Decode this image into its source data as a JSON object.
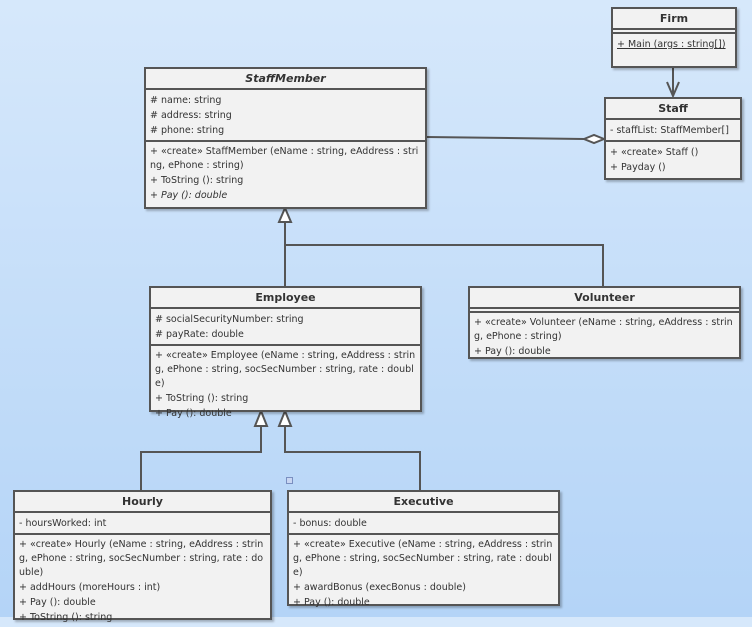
{
  "classes": {
    "firm": {
      "name": "Firm",
      "attributes": [],
      "methods": [
        "+ Main (args : string[])"
      ]
    },
    "staff": {
      "name": "Staff",
      "attributes": [
        "- staffList: StaffMember[]"
      ],
      "methods": [
        "+ «create» Staff ()",
        "+ Payday ()"
      ]
    },
    "staffmember": {
      "name": "StaffMember",
      "attributes": [
        "# name: string",
        "# address: string",
        "# phone: string"
      ],
      "methods": [
        "+ «create» StaffMember (eName : string, eAddress : string, ePhone : string)",
        "+ ToString (): string",
        "+ Pay (): double"
      ]
    },
    "employee": {
      "name": "Employee",
      "attributes": [
        "# socialSecurityNumber: string",
        "# payRate: double"
      ],
      "methods": [
        "+ «create» Employee (eName : string, eAddress : string, ePhone : string, socSecNumber : string, rate : double)",
        "+ ToString (): string",
        "+ Pay (): double"
      ]
    },
    "volunteer": {
      "name": "Volunteer",
      "attributes": [],
      "methods": [
        "+ «create» Volunteer (eName : string, eAddress : string, ePhone : string)",
        "+ Pay (): double"
      ]
    },
    "hourly": {
      "name": "Hourly",
      "attributes": [
        "- hoursWorked: int"
      ],
      "methods": [
        "+ «create» Hourly (eName : string, eAddress : string, ePhone : string, socSecNumber : string, rate : double)",
        "+ addHours (moreHours : int)",
        "+ Pay (): double",
        "+ ToString (): string"
      ]
    },
    "executive": {
      "name": "Executive",
      "attributes": [
        "- bonus: double"
      ],
      "methods": [
        "+ «create» Executive (eName : string, eAddress : string, ePhone : string, socSecNumber : string, rate : double)",
        "+ awardBonus (execBonus : double)",
        "+ Pay (): double"
      ]
    }
  },
  "relationships": [
    {
      "type": "association",
      "from": "Firm",
      "to": "Staff"
    },
    {
      "type": "aggregation",
      "whole": "Staff",
      "part": "StaffMember"
    },
    {
      "type": "generalization",
      "child": "Employee",
      "parent": "StaffMember"
    },
    {
      "type": "generalization",
      "child": "Volunteer",
      "parent": "StaffMember"
    },
    {
      "type": "generalization",
      "child": "Hourly",
      "parent": "Employee"
    },
    {
      "type": "generalization",
      "child": "Executive",
      "parent": "Employee"
    }
  ],
  "colors": {
    "line": "#555555",
    "box": "#f2f2f2"
  }
}
